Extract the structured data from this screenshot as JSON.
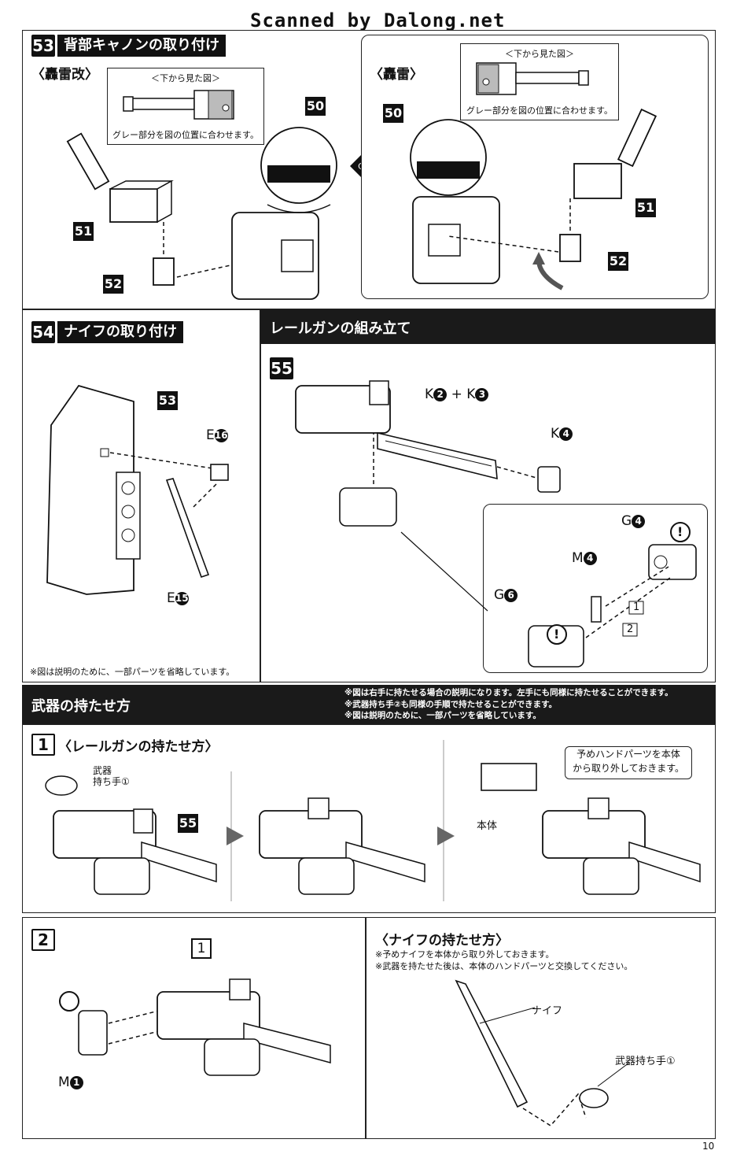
{
  "header": {
    "watermark": "Scanned by Dalong.net"
  },
  "step53": {
    "num": "53",
    "title": "背部キャノンの取り付け",
    "variant_a": "〈轟雷改〉",
    "variant_b": "〈轟雷〉",
    "view_label": "＜下から見た図＞",
    "view_note": "グレー部分を図の位置に合わせます。",
    "parts": [
      "50",
      "51",
      "52"
    ]
  },
  "step54": {
    "num": "54",
    "title": "ナイフの取り付け",
    "part_top": "53",
    "part_e16_letter": "E",
    "part_e16_num": "16",
    "part_e15_letter": "E",
    "part_e15_num": "15",
    "note": "※図は説明のために、一部パーツを省略しています。"
  },
  "railgun": {
    "section_title": "レールガンの組み立て",
    "step_num": "55",
    "k_letter": "K",
    "k2": "2",
    "plus": "+",
    "k3": "3",
    "k4": "4",
    "g4_letter": "G",
    "g4": "4",
    "m4_letter": "M",
    "m4": "4",
    "g6_letter": "G",
    "g6": "6",
    "order1": "1",
    "order2": "2",
    "attention": "!"
  },
  "weapons": {
    "section_title": "武器の持たせ方",
    "notes": [
      "※図は右手に持たせる場合の説明になります。左手にも同様に持たせることができます。",
      "※武器持ち手②も同様の手順で持たせることができます。",
      "※図は説明のために、一部パーツを省略しています。"
    ],
    "step1_num": "1",
    "step1_title": "〈レールガンの持たせ方〉",
    "hand_label": "武器\n持ち手①",
    "part_55": "55",
    "body_label": "本体",
    "hand_note": "予めハンドパーツを本体\nから取り外しておきます。",
    "step2_num": "2",
    "step2_ref": "1",
    "m1_letter": "M",
    "m1": "1",
    "knife_title": "〈ナイフの持たせ方〉",
    "knife_notes": [
      "※予めナイフを本体から取り外しておきます。",
      "※武器を持たせた後は、本体のハンドパーツと交換してください。"
    ],
    "knife_label": "ナイフ",
    "hand1_label": "武器持ち手①"
  },
  "footer": {
    "page": "10"
  }
}
